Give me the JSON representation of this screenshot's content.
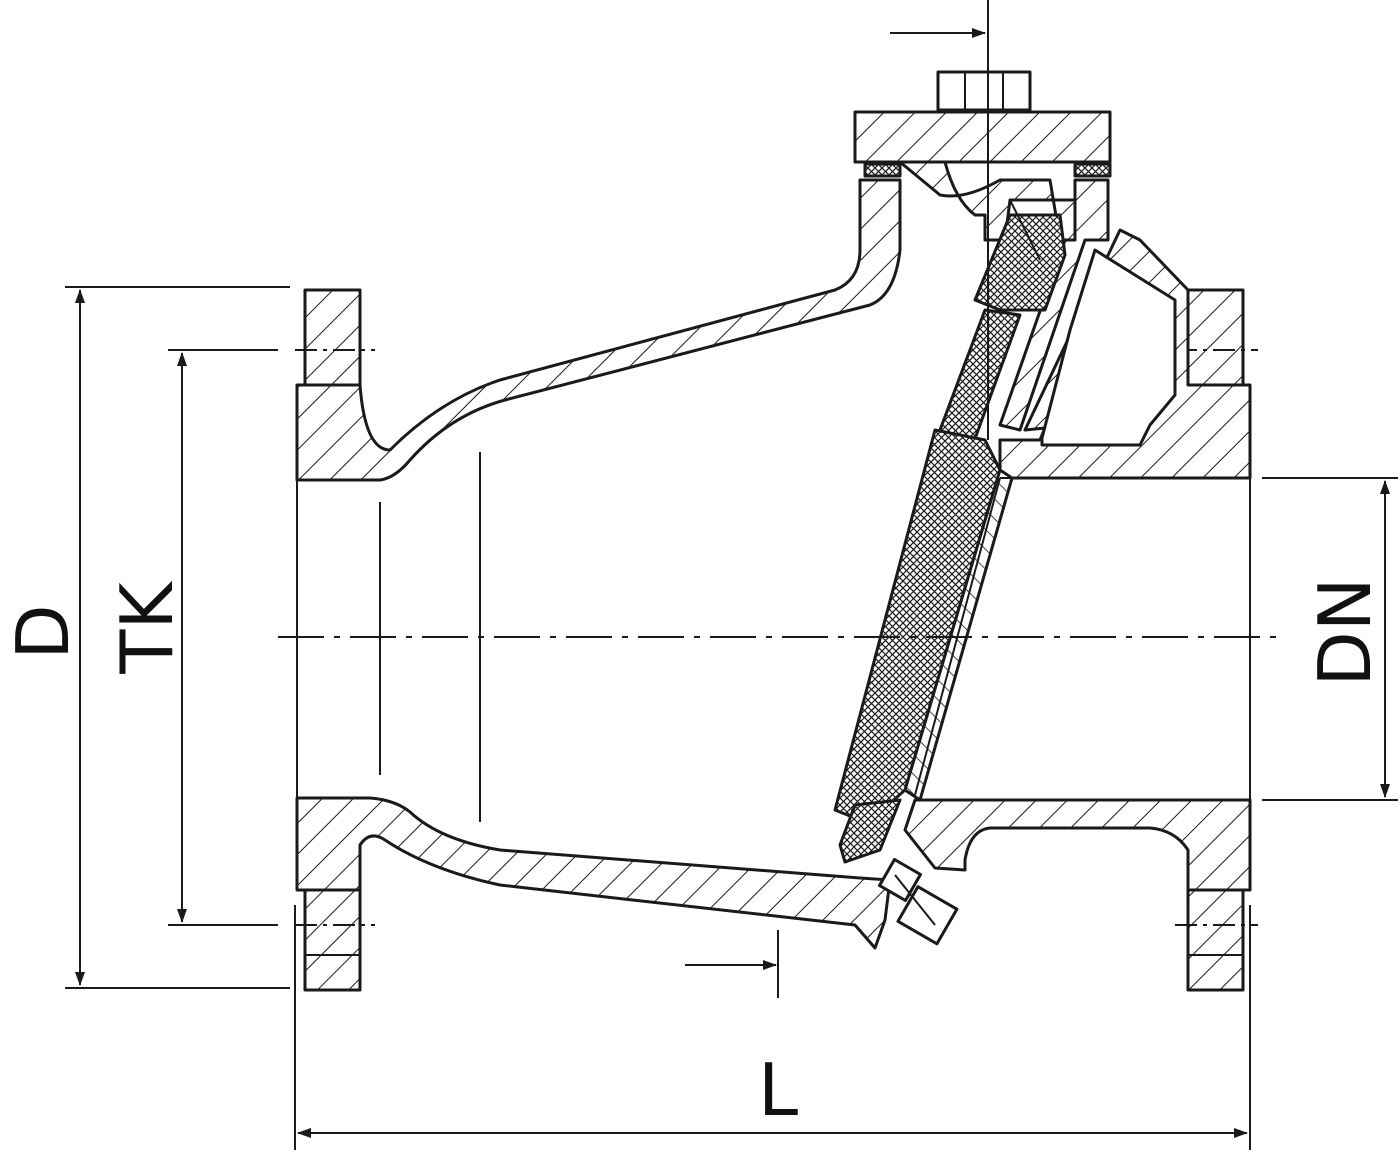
{
  "diagram": {
    "labels": {
      "d": "D",
      "tk": "TK",
      "dn": "DN",
      "l": "L"
    },
    "colors": {
      "line": "#1a1a1a",
      "hatch": "#1a1a1a",
      "background": "#ffffff"
    }
  }
}
